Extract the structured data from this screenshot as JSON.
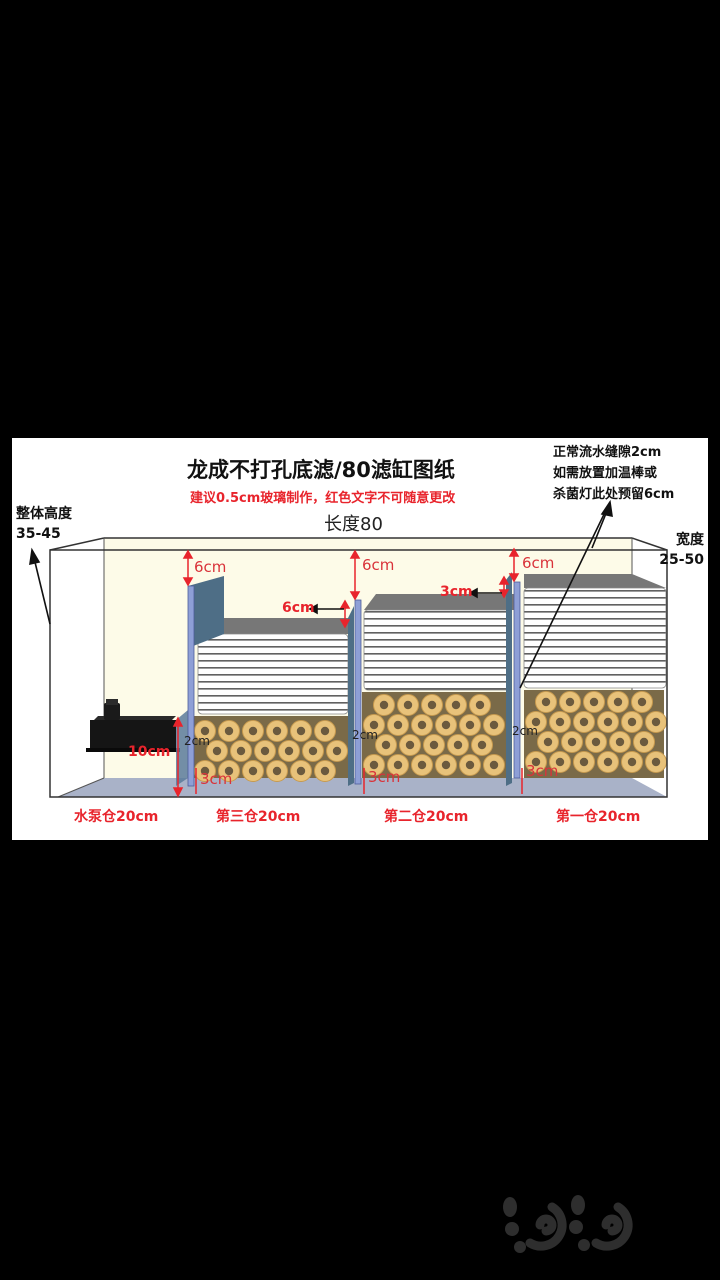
{
  "diagram": {
    "title": "龙成不打孔底滤/80滤缸图纸",
    "subtitle": "建议0.5cm玻璃制作，红色文字不可随意更改",
    "length_label": "长度80",
    "height_label": {
      "line1": "整体高度",
      "line2": "35-45"
    },
    "width_label": {
      "line1": "宽度",
      "line2": "25-50"
    },
    "note": {
      "line1": "正常流水缝隙2cm",
      "line2": "如需放置加温棒或",
      "line3": "杀菌灯此处预留6cm"
    },
    "compartments": [
      {
        "name": "水泵仓20cm"
      },
      {
        "name": "第三仓20cm"
      },
      {
        "name": "第二仓20cm"
      },
      {
        "name": "第一仓20cm"
      }
    ],
    "dimensions": {
      "pump_height": "10cm",
      "top_gap_1": "6cm",
      "top_gap_2": "6cm",
      "top_gap_3": "6cm",
      "side_gap_a": "6cm",
      "side_gap_b": "3cm",
      "flow_gap_1": "2cm",
      "flow_gap_2": "2cm",
      "flow_gap_3": "2cm",
      "bottom_gap_1": "3cm",
      "bottom_gap_2": "3cm",
      "bottom_gap_3": "3cm"
    },
    "colors": {
      "dimension_red": "#e8242c",
      "glass_divider": "#8e9fd6",
      "ring_gold": "#e8c27a",
      "ring_core": "#6b5a3e",
      "pad_top": "#777777",
      "back_wall": "#fdfbe8",
      "floor": "#a9b2c8"
    }
  },
  "watermark": {
    "icon": "paopao-logo-icon"
  }
}
